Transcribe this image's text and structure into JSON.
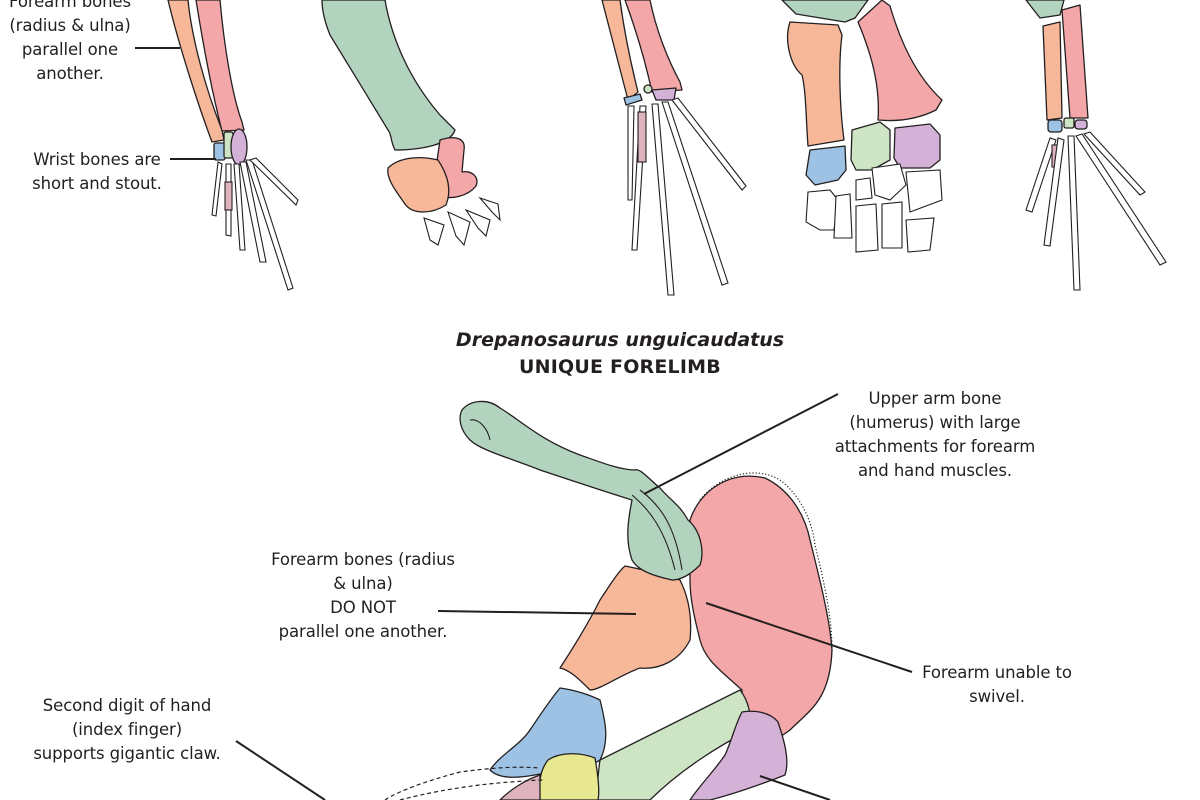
{
  "palette": {
    "humerus": "#b2d3bd",
    "radius": "#f7b89a",
    "ulna": "#f4a7a8",
    "carpal_blue": "#9dc2e3",
    "carpal_green": "#cde5c4",
    "carpal_purple": "#d4b1d6",
    "digit_pink": "#dfb3bd",
    "metacarpal_yellow": "#e8e890",
    "outline": "#231f20",
    "background": "#ffffff"
  },
  "top_row": {
    "label_forearm": [
      "Forearm bones",
      "(radius & ulna)",
      "parallel one",
      "another."
    ],
    "label_wrist": [
      "Wrist bones are",
      "short and stout."
    ],
    "specimens": [
      {
        "id": "limb-1",
        "description": "slender forearm with five-digit hand"
      },
      {
        "id": "limb-2",
        "description": "stout forearm with compact hand"
      },
      {
        "id": "limb-3",
        "description": "forearm with long-fingered hand"
      },
      {
        "id": "limb-4",
        "description": "enlarged view of wrist bones"
      },
      {
        "id": "limb-5",
        "description": "forearm with clawed hand"
      }
    ]
  },
  "drepanosaurus": {
    "species": "Drepanosaurus unguicaudatus",
    "title": "UNIQUE FORELIMB",
    "label_humerus": [
      "Upper arm bone",
      "(humerus) with large",
      "attachments for forearm",
      "and hand muscles."
    ],
    "label_forearm": [
      "Forearm bones (radius",
      "& ulna)",
      "DO NOT",
      "parallel one another."
    ],
    "label_swivel": [
      "Forearm unable to",
      "swivel."
    ],
    "label_claw": [
      "Second digit of hand",
      "(index finger)",
      "supports gigantic claw."
    ]
  }
}
